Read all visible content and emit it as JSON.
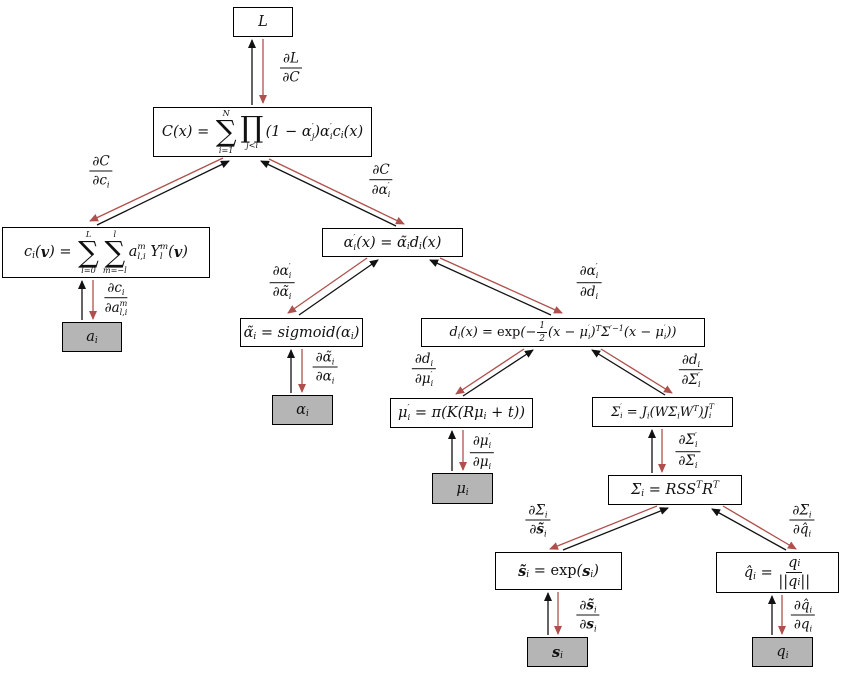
{
  "diagram": {
    "title": "computational-graph-of-gaussian-splat-rendering-with-backpropagation",
    "colors": {
      "forward_arrow": "#111111",
      "gradient_arrow": "#b0504c",
      "leaf_fill": "#b5b5b5",
      "box_fill": "#ffffff",
      "box_border": "#000000",
      "background": "#ffffff"
    },
    "nodes": {
      "L": {
        "math": [
          {
            "t": "x",
            "v": "L"
          }
        ]
      },
      "C": {
        "math": [
          {
            "t": "x",
            "v": "C(x) = "
          },
          {
            "t": "big",
            "op": "∑",
            "up": "N",
            "dn": "i=1"
          },
          {
            "t": "big",
            "op": "∏",
            "up": "",
            "dn": "j<i"
          },
          {
            "t": "x",
            "v": "(1 − α"
          },
          {
            "t": "ss",
            "up": "′",
            "dn": "j"
          },
          {
            "t": "x",
            "v": ")α"
          },
          {
            "t": "ss",
            "up": "′",
            "dn": "i"
          },
          {
            "t": "x",
            "v": "c"
          },
          {
            "t": "sub",
            "v": "i"
          },
          {
            "t": "x",
            "v": "(x)"
          }
        ]
      },
      "c": {
        "math": [
          {
            "t": "x",
            "v": "c"
          },
          {
            "t": "sub",
            "v": "i"
          },
          {
            "t": "x",
            "v": "("
          },
          {
            "t": "b",
            "v": "v"
          },
          {
            "t": "x",
            "v": ") = "
          },
          {
            "t": "big",
            "op": "∑",
            "up": "L",
            "dn": "l=0"
          },
          {
            "t": "big",
            "op": "∑",
            "up": "l",
            "dn": "m=−l"
          },
          {
            "t": "x",
            "v": "a"
          },
          {
            "t": "ss",
            "up": "m",
            "dn": "l,i"
          },
          {
            "t": "x",
            "v": " Y"
          },
          {
            "t": "ss",
            "up": "m",
            "dn": "l"
          },
          {
            "t": "x",
            "v": "("
          },
          {
            "t": "b",
            "v": "v"
          },
          {
            "t": "x",
            "v": ")"
          }
        ]
      },
      "alpha_prime": {
        "math": [
          {
            "t": "x",
            "v": "α"
          },
          {
            "t": "ss",
            "up": "′",
            "dn": "i"
          },
          {
            "t": "x",
            "v": "(x) = α̃"
          },
          {
            "t": "sub",
            "v": "i"
          },
          {
            "t": "x",
            "v": "d"
          },
          {
            "t": "sub",
            "v": "i"
          },
          {
            "t": "x",
            "v": "(x)"
          }
        ]
      },
      "alpha_tilde": {
        "math": [
          {
            "t": "x",
            "v": "α̃"
          },
          {
            "t": "sub",
            "v": "i"
          },
          {
            "t": "x",
            "v": " = sigmoid(α"
          },
          {
            "t": "sub",
            "v": "i"
          },
          {
            "t": "x",
            "v": ")"
          }
        ]
      },
      "d": {
        "math": [
          {
            "t": "x",
            "v": "d"
          },
          {
            "t": "sub",
            "v": "i"
          },
          {
            "t": "x",
            "v": "(x) = "
          },
          {
            "t": "rm",
            "v": "exp"
          },
          {
            "t": "x",
            "v": "(−"
          },
          {
            "t": "frac",
            "small": true,
            "up": [
              {
                "t": "x",
                "v": "1"
              }
            ],
            "dn": [
              {
                "t": "x",
                "v": "2"
              }
            ]
          },
          {
            "t": "x",
            "v": "(x − μ"
          },
          {
            "t": "ss",
            "up": "′",
            "dn": "i"
          },
          {
            "t": "x",
            "v": ")"
          },
          {
            "t": "sup",
            "v": "T"
          },
          {
            "t": "x",
            "v": "Σ"
          },
          {
            "t": "sup",
            "v": "′−1"
          },
          {
            "t": "x",
            "v": "(x − μ"
          },
          {
            "t": "ss",
            "up": "′",
            "dn": "i"
          },
          {
            "t": "x",
            "v": "))"
          }
        ]
      },
      "mu_prime": {
        "math": [
          {
            "t": "x",
            "v": "μ"
          },
          {
            "t": "ss",
            "up": "′",
            "dn": "i"
          },
          {
            "t": "x",
            "v": " = π(K(Rμ"
          },
          {
            "t": "sub",
            "v": "i"
          },
          {
            "t": "x",
            "v": " + t))"
          }
        ]
      },
      "sigma_prime": {
        "math": [
          {
            "t": "x",
            "v": "Σ"
          },
          {
            "t": "ss",
            "up": "′",
            "dn": "i"
          },
          {
            "t": "x",
            "v": " = J"
          },
          {
            "t": "sub",
            "v": "i"
          },
          {
            "t": "x",
            "v": "(WΣ"
          },
          {
            "t": "sub",
            "v": "i"
          },
          {
            "t": "x",
            "v": "W"
          },
          {
            "t": "sup",
            "v": "T"
          },
          {
            "t": "x",
            "v": ")J"
          },
          {
            "t": "ss",
            "up": "T",
            "dn": "i"
          }
        ]
      },
      "sigma": {
        "math": [
          {
            "t": "x",
            "v": "Σ"
          },
          {
            "t": "sub",
            "v": "i"
          },
          {
            "t": "x",
            "v": " = RSS"
          },
          {
            "t": "sup",
            "v": "T"
          },
          {
            "t": "x",
            "v": "R"
          },
          {
            "t": "sup",
            "v": "T"
          }
        ]
      },
      "s_tilde": {
        "math": [
          {
            "t": "b",
            "v": "s̃"
          },
          {
            "t": "sub",
            "v": "i"
          },
          {
            "t": "x",
            "v": " = "
          },
          {
            "t": "rm",
            "v": "exp"
          },
          {
            "t": "x",
            "v": "("
          },
          {
            "t": "b",
            "v": "s"
          },
          {
            "t": "sub",
            "v": "i"
          },
          {
            "t": "x",
            "v": ")"
          }
        ]
      },
      "q_hat": {
        "math": [
          {
            "t": "x",
            "v": "q̂"
          },
          {
            "t": "sub",
            "v": "i"
          },
          {
            "t": "x",
            "v": " = "
          },
          {
            "t": "frac",
            "up": [
              {
                "t": "x",
                "v": "q"
              },
              {
                "t": "sub",
                "v": "i"
              }
            ],
            "dn": [
              {
                "t": "x",
                "v": "||q"
              },
              {
                "t": "sub",
                "v": "i"
              },
              {
                "t": "x",
                "v": "||"
              }
            ]
          }
        ]
      }
    },
    "leaves": {
      "a": {
        "math": [
          {
            "t": "x",
            "v": "a"
          },
          {
            "t": "sub",
            "v": "i"
          }
        ]
      },
      "alpha": {
        "math": [
          {
            "t": "x",
            "v": "α"
          },
          {
            "t": "sub",
            "v": "i"
          }
        ]
      },
      "mu": {
        "math": [
          {
            "t": "x",
            "v": "μ"
          },
          {
            "t": "sub",
            "v": "i"
          }
        ]
      },
      "s": {
        "math": [
          {
            "t": "b",
            "v": "s"
          },
          {
            "t": "sub",
            "v": "i"
          }
        ]
      },
      "q": {
        "math": [
          {
            "t": "x",
            "v": "q"
          },
          {
            "t": "sub",
            "v": "i"
          }
        ]
      }
    },
    "edge_labels": {
      "dL_dC": {
        "num": [
          {
            "t": "x",
            "v": "∂L"
          }
        ],
        "den": [
          {
            "t": "x",
            "v": "∂C"
          }
        ]
      },
      "dC_dc": {
        "num": [
          {
            "t": "x",
            "v": "∂C"
          }
        ],
        "den": [
          {
            "t": "x",
            "v": "∂c"
          },
          {
            "t": "sub",
            "v": "i"
          }
        ]
      },
      "dC_dap": {
        "num": [
          {
            "t": "x",
            "v": "∂C"
          }
        ],
        "den": [
          {
            "t": "x",
            "v": "∂α"
          },
          {
            "t": "ss",
            "up": "′",
            "dn": "i"
          }
        ]
      },
      "dap_dat": {
        "num": [
          {
            "t": "x",
            "v": "∂α"
          },
          {
            "t": "ss",
            "up": "′",
            "dn": "i"
          }
        ],
        "den": [
          {
            "t": "x",
            "v": "∂α̃"
          },
          {
            "t": "sub",
            "v": "i"
          }
        ]
      },
      "dap_dd": {
        "num": [
          {
            "t": "x",
            "v": "∂α"
          },
          {
            "t": "ss",
            "up": "′",
            "dn": "i"
          }
        ],
        "den": [
          {
            "t": "x",
            "v": "∂d"
          },
          {
            "t": "sub",
            "v": "i"
          }
        ]
      },
      "dc_da": {
        "num": [
          {
            "t": "x",
            "v": "∂c"
          },
          {
            "t": "sub",
            "v": "i"
          }
        ],
        "den": [
          {
            "t": "x",
            "v": "∂a"
          },
          {
            "t": "ss",
            "up": "m",
            "dn": "l,i"
          }
        ]
      },
      "dat_dal": {
        "num": [
          {
            "t": "x",
            "v": "∂α̃"
          },
          {
            "t": "sub",
            "v": "i"
          }
        ],
        "den": [
          {
            "t": "x",
            "v": "∂α"
          },
          {
            "t": "sub",
            "v": "i"
          }
        ]
      },
      "dd_dmp": {
        "num": [
          {
            "t": "x",
            "v": "∂d"
          },
          {
            "t": "sub",
            "v": "i"
          }
        ],
        "den": [
          {
            "t": "x",
            "v": "∂μ"
          },
          {
            "t": "ss",
            "up": "′",
            "dn": "i"
          }
        ]
      },
      "dd_dsp": {
        "num": [
          {
            "t": "x",
            "v": "∂d"
          },
          {
            "t": "sub",
            "v": "i"
          }
        ],
        "den": [
          {
            "t": "x",
            "v": "∂Σ"
          },
          {
            "t": "ss",
            "up": "′",
            "dn": "i"
          }
        ]
      },
      "dmp_dmu": {
        "num": [
          {
            "t": "x",
            "v": "∂μ"
          },
          {
            "t": "ss",
            "up": "′",
            "dn": "i"
          }
        ],
        "den": [
          {
            "t": "x",
            "v": "∂μ"
          },
          {
            "t": "sub",
            "v": "i"
          }
        ]
      },
      "dsp_dsig": {
        "num": [
          {
            "t": "x",
            "v": "∂Σ"
          },
          {
            "t": "ss",
            "up": "′",
            "dn": "i"
          }
        ],
        "den": [
          {
            "t": "x",
            "v": "∂Σ"
          },
          {
            "t": "sub",
            "v": "i"
          }
        ]
      },
      "dsig_dst": {
        "num": [
          {
            "t": "x",
            "v": "∂Σ"
          },
          {
            "t": "sub",
            "v": "i"
          }
        ],
        "den": [
          {
            "t": "x",
            "v": "∂"
          },
          {
            "t": "b",
            "v": "s̃"
          },
          {
            "t": "sub",
            "v": "i"
          }
        ]
      },
      "dsig_dqh": {
        "num": [
          {
            "t": "x",
            "v": "∂Σ"
          },
          {
            "t": "sub",
            "v": "i"
          }
        ],
        "den": [
          {
            "t": "x",
            "v": "∂q̂"
          },
          {
            "t": "sub",
            "v": "i"
          }
        ]
      },
      "dst_ds": {
        "num": [
          {
            "t": "x",
            "v": "∂"
          },
          {
            "t": "b",
            "v": "s̃"
          },
          {
            "t": "sub",
            "v": "i"
          }
        ],
        "den": [
          {
            "t": "x",
            "v": "∂"
          },
          {
            "t": "b",
            "v": "s"
          },
          {
            "t": "sub",
            "v": "i"
          }
        ]
      },
      "dqh_dq": {
        "num": [
          {
            "t": "x",
            "v": "∂q̂"
          },
          {
            "t": "sub",
            "v": "i"
          }
        ],
        "den": [
          {
            "t": "x",
            "v": "∂q"
          },
          {
            "t": "sub",
            "v": "i"
          }
        ]
      }
    }
  }
}
